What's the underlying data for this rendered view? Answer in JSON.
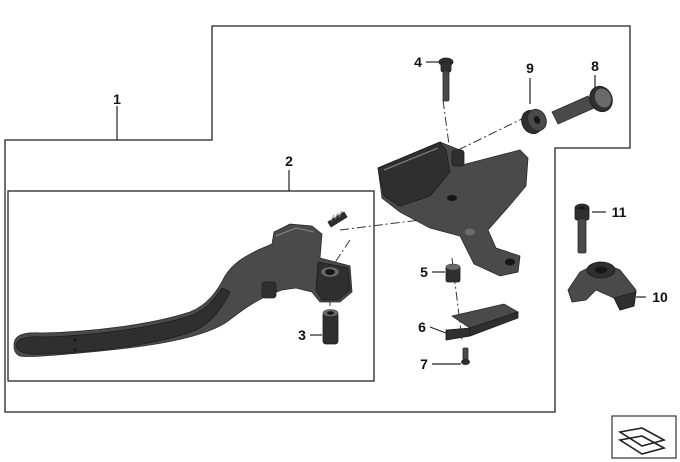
{
  "callouts": {
    "c1": "1",
    "c2": "2",
    "c3": "3",
    "c4": "4",
    "c5": "5",
    "c6": "6",
    "c7": "7",
    "c8": "8",
    "c9": "9",
    "c10": "10",
    "c11": "11"
  },
  "colors": {
    "part": "#4a4a4a",
    "part_dark": "#2f2f2f",
    "line": "#222222",
    "background": "#ffffff"
  },
  "icons": {
    "corner": "stack-sheets-icon"
  }
}
